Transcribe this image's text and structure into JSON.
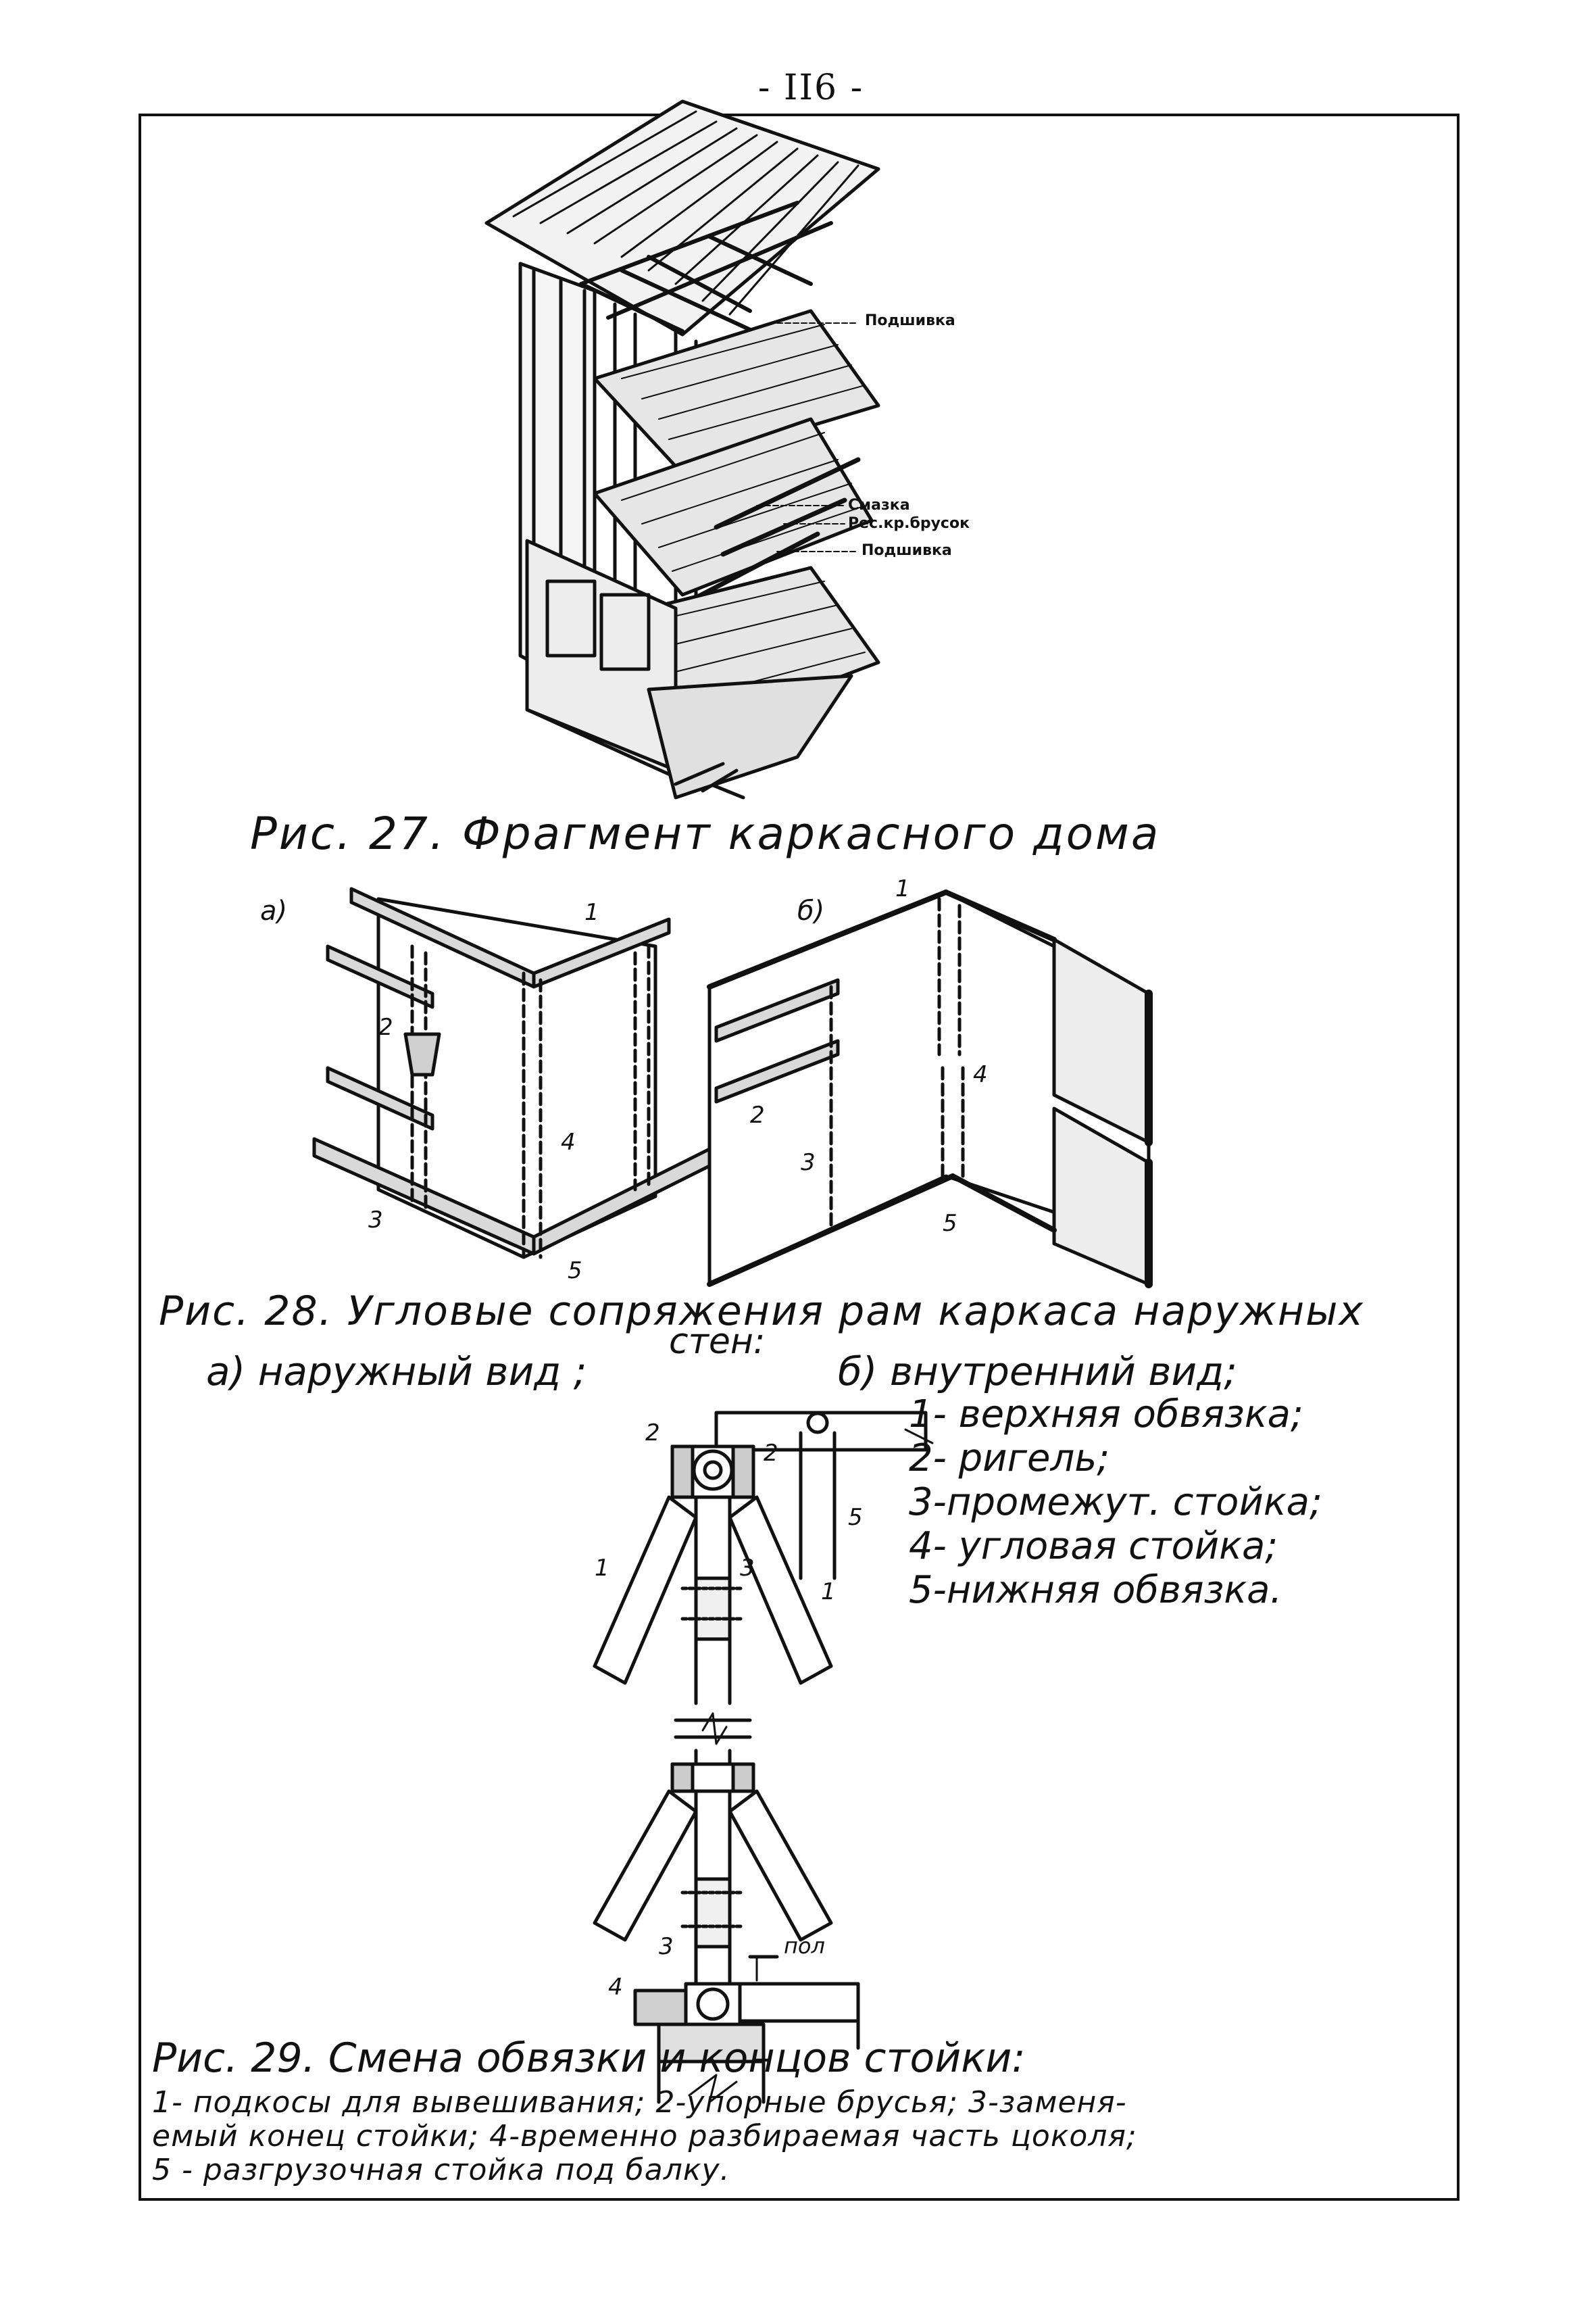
{
  "page_number": "- II6 -",
  "fig27": {
    "caption": "Рис. 27. Фрагмент каркасного дома",
    "labels": [
      "Подшивка",
      "Смазка",
      "Рес.кр.брусок",
      "Подшивка"
    ]
  },
  "fig28": {
    "panel_a": "а)",
    "panel_b": "б)",
    "caption_line1": "Рис. 28. Угловые сопряжения рам каркаса наружных",
    "caption_word": "стен:",
    "view_a": "а) наружный вид ;",
    "view_b": "б) внутренний вид;",
    "legend": [
      "1- верхняя обвязка;",
      "2- ригель;",
      "3-промежут. стойка;",
      "4- угловая стойка;",
      "5-нижняя обвязка."
    ],
    "numbers": [
      "1",
      "2",
      "3",
      "4",
      "5",
      "1",
      "2",
      "3",
      "4",
      "5"
    ]
  },
  "fig29": {
    "labels": [
      "2",
      "2",
      "1",
      "3",
      "5",
      "1",
      "3",
      "4",
      "пол"
    ],
    "caption": "Рис. 29. Смена обвязки и концов стойки:",
    "lines": [
      "1- подкосы для вывешивания; 2-упорные брусья; 3-заменя-",
      "емый конец стойки; 4-временно разбираемая часть цоколя;",
      "5 - разгрузочная стойка под балку."
    ]
  }
}
